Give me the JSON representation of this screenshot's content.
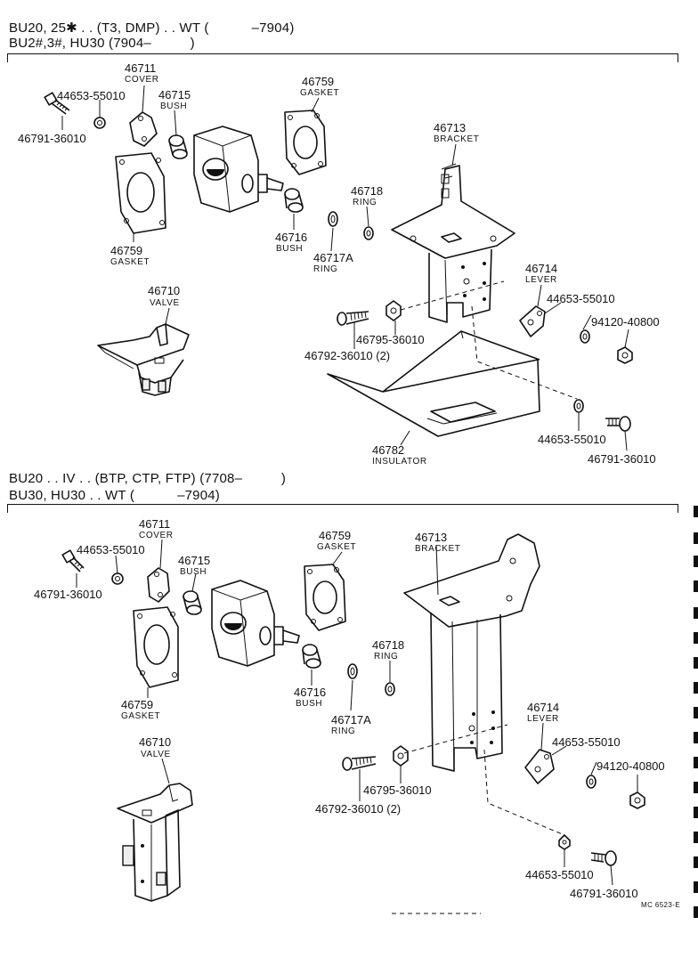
{
  "headers": {
    "top_line1": "BU20, 25✱ . . (T3, DMP) . . WT (           –7904)",
    "top_line2": "BU2#,3#, HU30 (7904–          )",
    "bottom_line1": "BU20 . . IV . . (BTP, CTP, FTP) (7708–          )",
    "bottom_line2": "BU30, HU30 . . WT (           –7904)"
  },
  "section1": {
    "p46711": {
      "number": "46711",
      "name": "COVER"
    },
    "p46715": {
      "number": "46715",
      "name": "BUSH"
    },
    "p46759a": {
      "number": "46759",
      "name": "GASKET"
    },
    "p46759b": {
      "number": "46759",
      "name": "GASKET"
    },
    "p46713": {
      "number": "46713",
      "name": "BRACKET"
    },
    "p46718": {
      "number": "46718",
      "name": "RING"
    },
    "p46716": {
      "number": "46716",
      "name": "BUSH"
    },
    "p46717A": {
      "number": "46717A",
      "name": "RING"
    },
    "p46710": {
      "number": "46710",
      "name": "VALVE"
    },
    "p46714": {
      "number": "46714",
      "name": "LEVER"
    },
    "p46782": {
      "number": "46782",
      "name": "INSULATOR"
    },
    "n44653a": "44653-55010",
    "n46791a": "46791-36010",
    "n44653b": "44653-55010",
    "n94120": "94120-40800",
    "n46795": "46795-36010",
    "n46792": "46792-36010 (2)",
    "n44653c": "44653-55010",
    "n46791b": "46791-36010"
  },
  "section2": {
    "p46711": {
      "number": "46711",
      "name": "COVER"
    },
    "p46715": {
      "number": "46715",
      "name": "BUSH"
    },
    "p46759a": {
      "number": "46759",
      "name": "GASKET"
    },
    "p46759b": {
      "number": "46759",
      "name": "GASKET"
    },
    "p46713": {
      "number": "46713",
      "name": "BRACKET"
    },
    "p46718": {
      "number": "46718",
      "name": "RING"
    },
    "p46716": {
      "number": "46716",
      "name": "BUSH"
    },
    "p46717A": {
      "number": "46717A",
      "name": "RING"
    },
    "p46710": {
      "number": "46710",
      "name": "VALVE"
    },
    "p46714": {
      "number": "46714",
      "name": "LEVER"
    },
    "n44653a": "44653-55010",
    "n46791a": "46791-36010",
    "n44653b": "44653-55010",
    "n94120": "94120-40800",
    "n46795": "46795-36010",
    "n46792": "46792-36010 (2)",
    "n44653c": "44653-55010",
    "n46791b": "46791-36010"
  },
  "figure_code": "MC 6523-E"
}
